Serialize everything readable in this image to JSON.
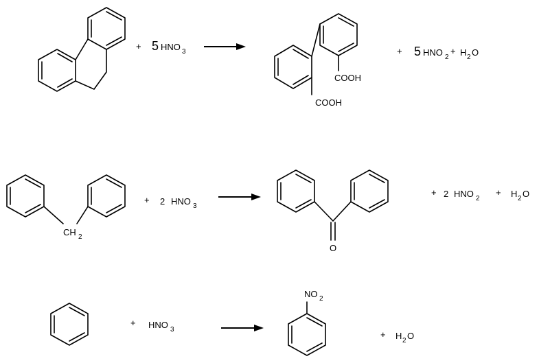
{
  "reactions": [
    {
      "reactant_coef": "5",
      "reactant_formula": "HNO",
      "reactant_sub": "3",
      "product_labels": {
        "carboxyl_upper": "COOH",
        "carboxyl_lower": "COOH"
      },
      "byproduct_coef": "5",
      "byproduct_formula": "HNO",
      "byproduct_sub": "2",
      "water": {
        "h": "H",
        "sub": "2",
        "o": "O"
      }
    },
    {
      "reactant_label": "CH",
      "reactant_label_sub": "2",
      "reagent_coef": "2",
      "reagent_formula": "HNO",
      "reagent_sub": "3",
      "carbonyl_o": "O",
      "byproduct_coef": "2",
      "byproduct_formula": "HNO",
      "byproduct_sub": "2",
      "water": {
        "h": "H",
        "sub": "2",
        "o": "O"
      }
    },
    {
      "reagent_formula": "HNO",
      "reagent_sub": "3",
      "nitro": {
        "n": "NO",
        "sub": "2"
      },
      "water": {
        "h": "H",
        "sub": "2",
        "o": "O"
      }
    }
  ],
  "plus": "+"
}
